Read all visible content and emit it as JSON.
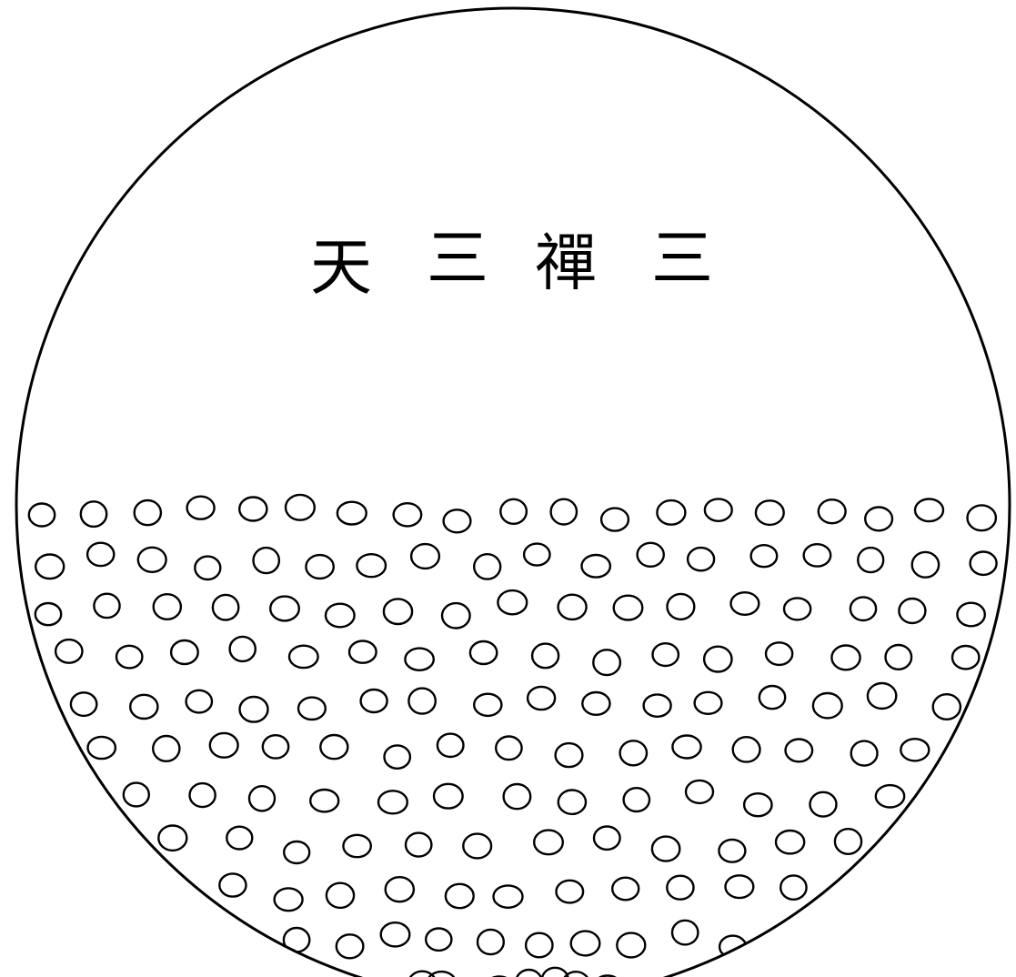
{
  "title_chars": [
    "天",
    "三",
    "禪",
    "三"
  ],
  "ink_color": "#000000",
  "paper_color": "#ffffff",
  "dot_rows": [
    19,
    18,
    17,
    16,
    16,
    15,
    13,
    12,
    11,
    10,
    8
  ]
}
